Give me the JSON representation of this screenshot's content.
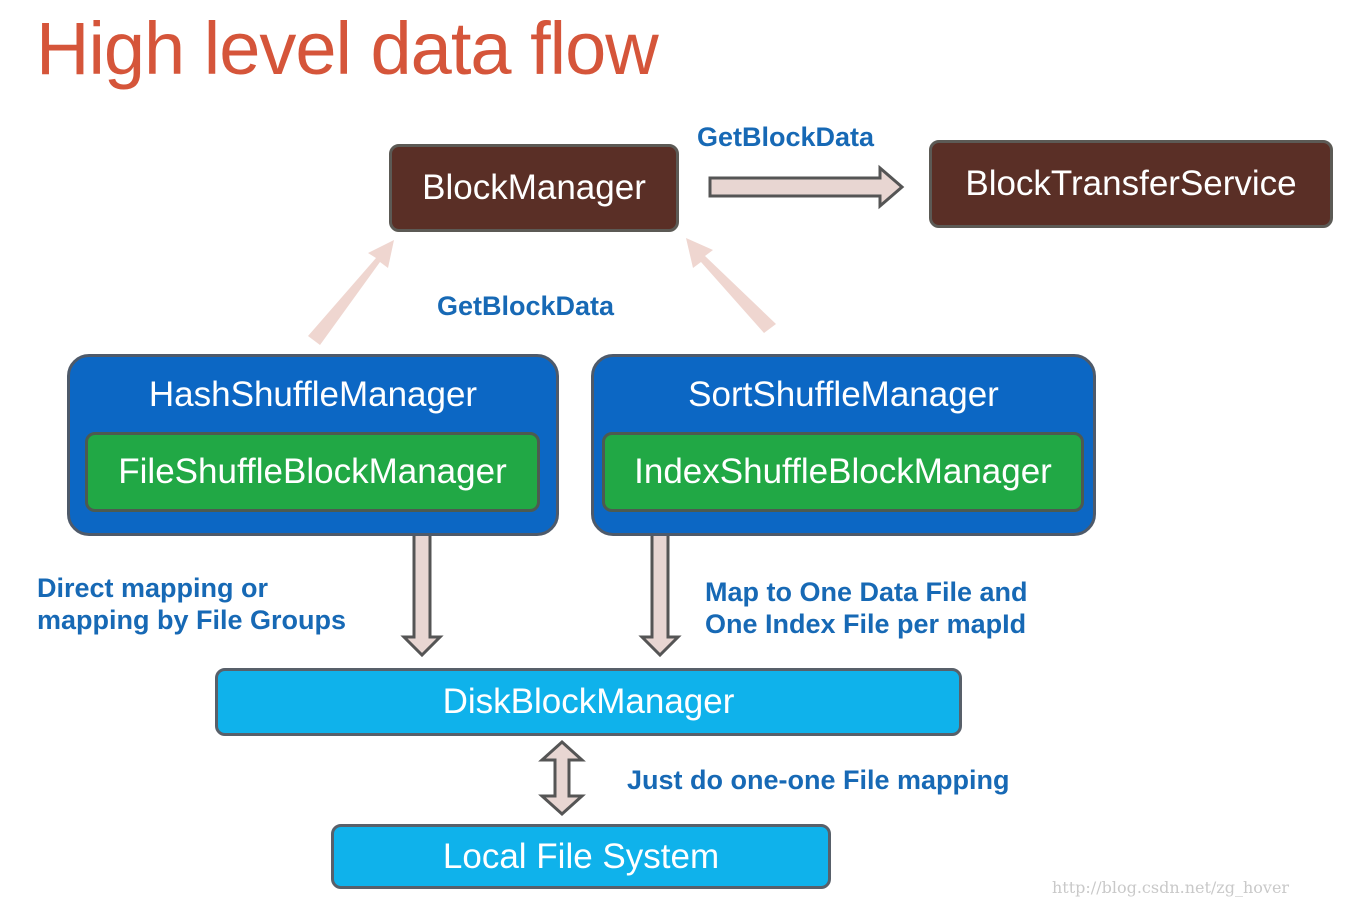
{
  "title": "High level data flow",
  "nodes": {
    "block_manager": "BlockManager",
    "block_transfer_service": "BlockTransferService",
    "hash_shuffle_manager": "HashShuffleManager",
    "file_shuffle_block_manager": "FileShuffleBlockManager",
    "sort_shuffle_manager": "SortShuffleManager",
    "index_shuffle_block_manager": "IndexShuffleBlockManager",
    "disk_block_manager": "DiskBlockManager",
    "local_file_system": "Local File System"
  },
  "edges": {
    "top_label": "GetBlockData",
    "middle_label": "GetBlockData",
    "hash_label_line1": "Direct mapping or",
    "hash_label_line2": "mapping by File Groups",
    "sort_label_line1": "Map to One Data File and",
    "sort_label_line2": "One Index File per mapId",
    "disk_label": "Just do one-one File mapping"
  },
  "watermark": "http://blog.csdn.net/zg_hover",
  "colors": {
    "title": "#d5553a",
    "brown_box": "#5a2f26",
    "blue_box": "#0c67c4",
    "green_box": "#21a845",
    "cyan_box": "#0fb2eb",
    "label": "#1769b5",
    "arrow_fill": "#e8d6d2",
    "arrow_stroke": "#555555"
  }
}
